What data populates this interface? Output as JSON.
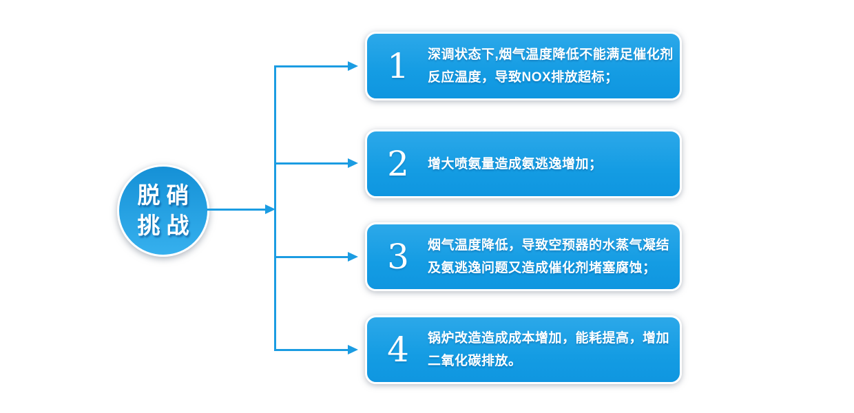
{
  "diagram": {
    "root_node": {
      "line1": "脱硝",
      "line2": "挑战"
    },
    "items": [
      {
        "number": "1",
        "text": "深调状态下,烟气温度降低不能满足催化剂\n反应温度，导致NOX排放超标；"
      },
      {
        "number": "2",
        "text": "增大喷氨量造成氨逃逸增加；"
      },
      {
        "number": "3",
        "text": "烟气温度降低，导致空预器的水蒸气凝结\n及氨逃逸问题又造成催化剂堵塞腐蚀；"
      },
      {
        "number": "4",
        "text": "锅炉改造造成成本增加，能耗提高，增加\n二氧化碳排放。"
      }
    ],
    "colors": {
      "connector_blue": "#1b9ce2",
      "box_blue_top": "#2ca8e9",
      "box_blue_bottom": "#0f96e0",
      "circle_blue_top": "#1590d6",
      "circle_blue_bottom": "#36b0ee",
      "text_white": "#ffffff",
      "background": "#ffffff"
    }
  }
}
